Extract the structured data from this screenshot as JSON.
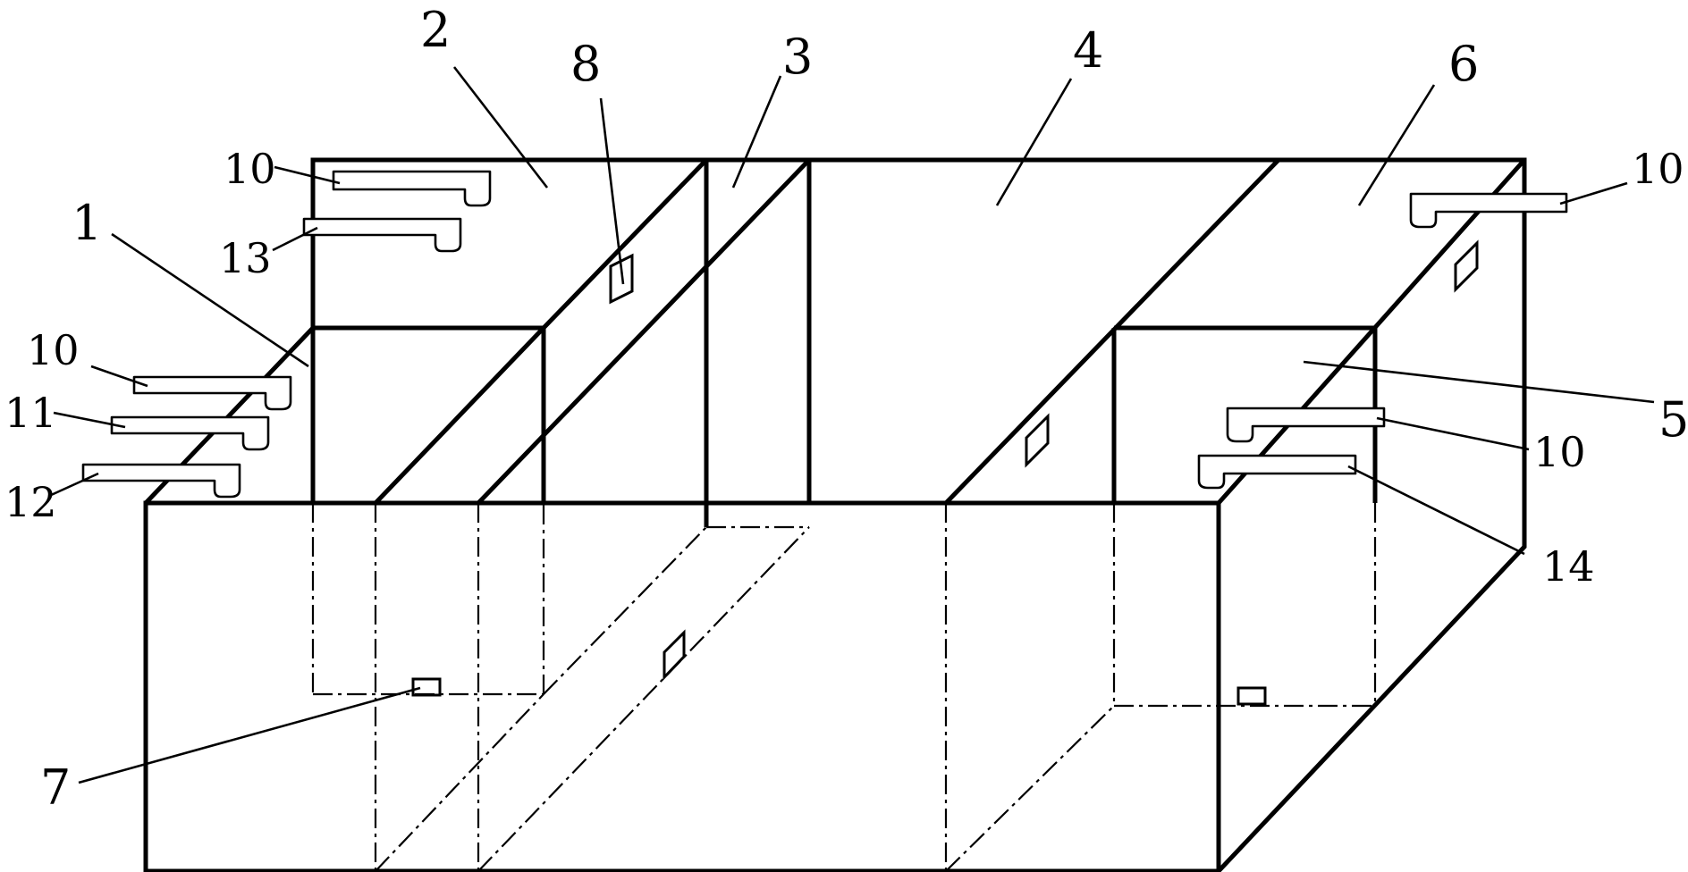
{
  "labels": {
    "l1": "1",
    "l2": "2",
    "l3": "3",
    "l4": "4",
    "l5": "5",
    "l6": "6",
    "l7": "7",
    "l8": "8",
    "l10a": "10",
    "l10b": "10",
    "l10c": "10",
    "l10d": "10",
    "l11": "11",
    "l12": "12",
    "l13": "13",
    "l14": "14"
  }
}
